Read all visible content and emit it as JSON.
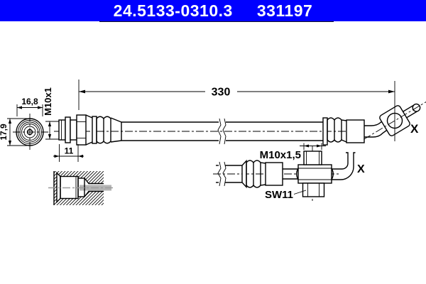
{
  "header": {
    "catalog_number": "24.5133-0310.3",
    "article_number": "331197"
  },
  "labels": {
    "overall_length": "330",
    "left_fitting_width": "16,8",
    "left_fitting_height": "17,9",
    "left_thread": "M10x1",
    "left_thread_length": "11",
    "right_thread": "M10x1,5",
    "wrench_size": "SW11",
    "detail_marker_main": "X",
    "detail_marker_detail": "X"
  },
  "colors": {
    "header_background": "#0000ff",
    "header_text": "#ffffff",
    "drawing_line": "#000000",
    "phantom_gray": "#9b9b9b",
    "background": "#ffffff"
  }
}
